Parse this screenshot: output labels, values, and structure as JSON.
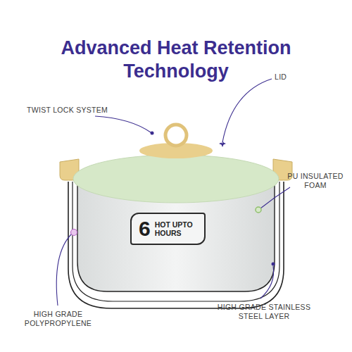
{
  "diagram": {
    "title": "Advanced Heat Retention Technology",
    "nodes": [
      {
        "text": [
          "6",
          "HOT UPTO HOURS"
        ]
      }
    ],
    "labels": [
      "LID",
      "TWIST LOCK SYSTEM",
      "PU INSULATED FOAM",
      "HIGH GRADE POLYPROPYLENE",
      "HIGH GRADE STAINLESS STEEL LAYER"
    ]
  }
}
